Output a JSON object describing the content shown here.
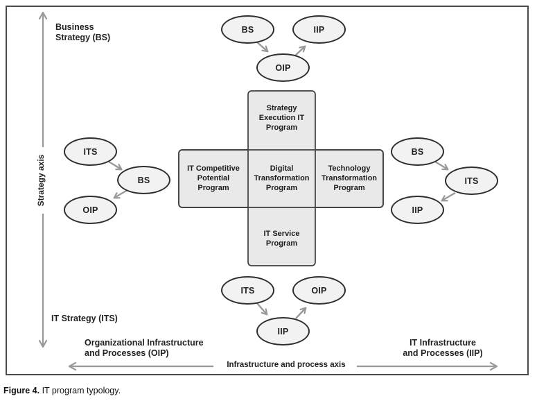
{
  "colors": {
    "box_fill": "#e9e9e9",
    "box_border": "#3f3f3f",
    "ellipse_fill": "#f2f2f2",
    "ellipse_border": "#2e2e2e",
    "arrow_gray": "#999999",
    "frame_border": "#4a4a4a",
    "text_dark": "#1c1c1c"
  },
  "axes": {
    "vertical_label": "Strategy axis",
    "horizontal_label": "Infrastructure and process axis",
    "business_strategy": "Business\nStrategy (BS)",
    "it_strategy": "IT Strategy (ITS)",
    "oip": "Organizational Infrastructure\nand Processes (OIP)",
    "iip": "IT Infrastructure\nand Processes (IIP)"
  },
  "programs": {
    "north": "Strategy\nExecution IT\nProgram",
    "west": "IT Competitive\nPotential\nProgram",
    "center": "Digital\nTransformation\nProgram",
    "east": "Technology\nTransformation\nProgram",
    "south": "IT Service\nProgram"
  },
  "clusters": {
    "top": {
      "a": "BS",
      "b": "OIP",
      "c": "IIP"
    },
    "left": {
      "a": "ITS",
      "b": "BS",
      "c": "OIP"
    },
    "right": {
      "a": "BS",
      "b": "ITS",
      "c": "IIP"
    },
    "bottom": {
      "a": "ITS",
      "b": "IIP",
      "c": "OIP"
    }
  },
  "caption": {
    "label": "Figure 4.",
    "text": "IT program typology."
  }
}
